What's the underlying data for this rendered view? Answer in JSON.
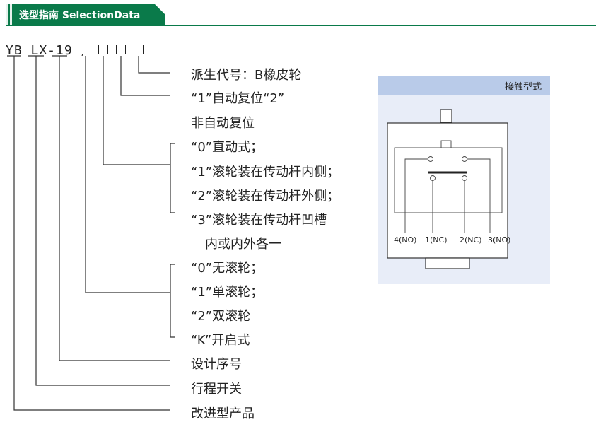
{
  "header": {
    "title": "选型指南  SelectionData"
  },
  "model": {
    "code": "YB LX-19 /"
  },
  "options": {
    "derivative": "派生代号：B橡皮轮",
    "reset_line1": "“1”自动复位“2”",
    "reset_line2": "非自动复位",
    "drive_0": "“0”直动式；",
    "drive_1": "“1”滚轮装在传动杆内侧；",
    "drive_2": "“2”滚轮装在传动杆外侧；",
    "drive_3": "“3”滚轮装在传动杆凹槽",
    "drive_3b": "内或内外各一",
    "roller_0": "“0”无滚轮；",
    "roller_1": "“1”单滚轮；",
    "roller_2": "“2”双滚轮",
    "roller_k": "“K”开启式",
    "design_no": "设计序号",
    "travel_switch": "行程开关",
    "improved": "改进型产品"
  },
  "contact_diagram": {
    "title": "接触型式",
    "terminals": [
      "4(NO)",
      "1(NC)",
      "2(NC)",
      "3(NO)"
    ]
  },
  "colors": {
    "brand_green": "#0a7a4a",
    "panel_bg": "#e8edf8",
    "panel_header": "#b9cbe9"
  }
}
